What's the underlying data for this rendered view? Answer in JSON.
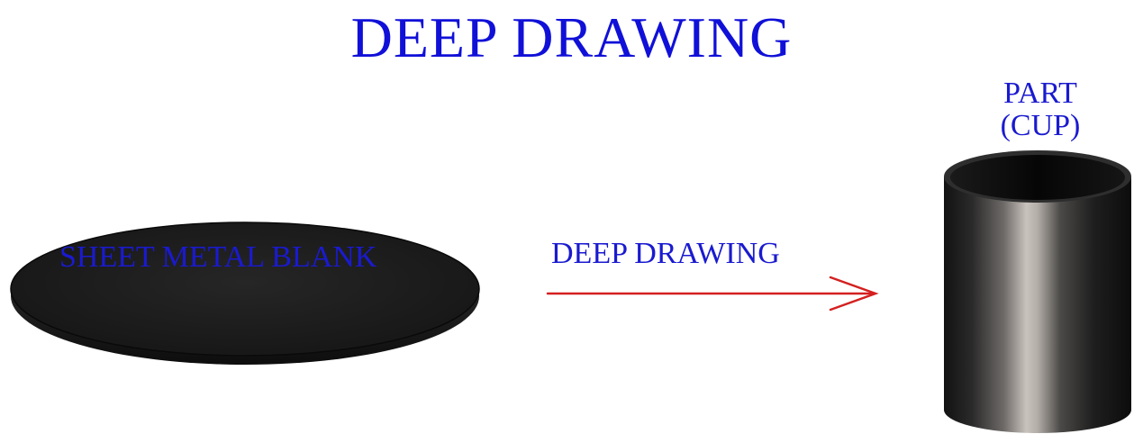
{
  "title": "DEEP DRAWING",
  "blank": {
    "label": "SHEET METAL BLANK"
  },
  "process": {
    "label": "DEEP DRAWING",
    "arrow_color": "#d42020"
  },
  "part": {
    "label_line1": "PART",
    "label_line2": "(CUP)"
  },
  "colors": {
    "text_blue": "#1a1ad0",
    "metal_dark": "#1c1c1c"
  }
}
